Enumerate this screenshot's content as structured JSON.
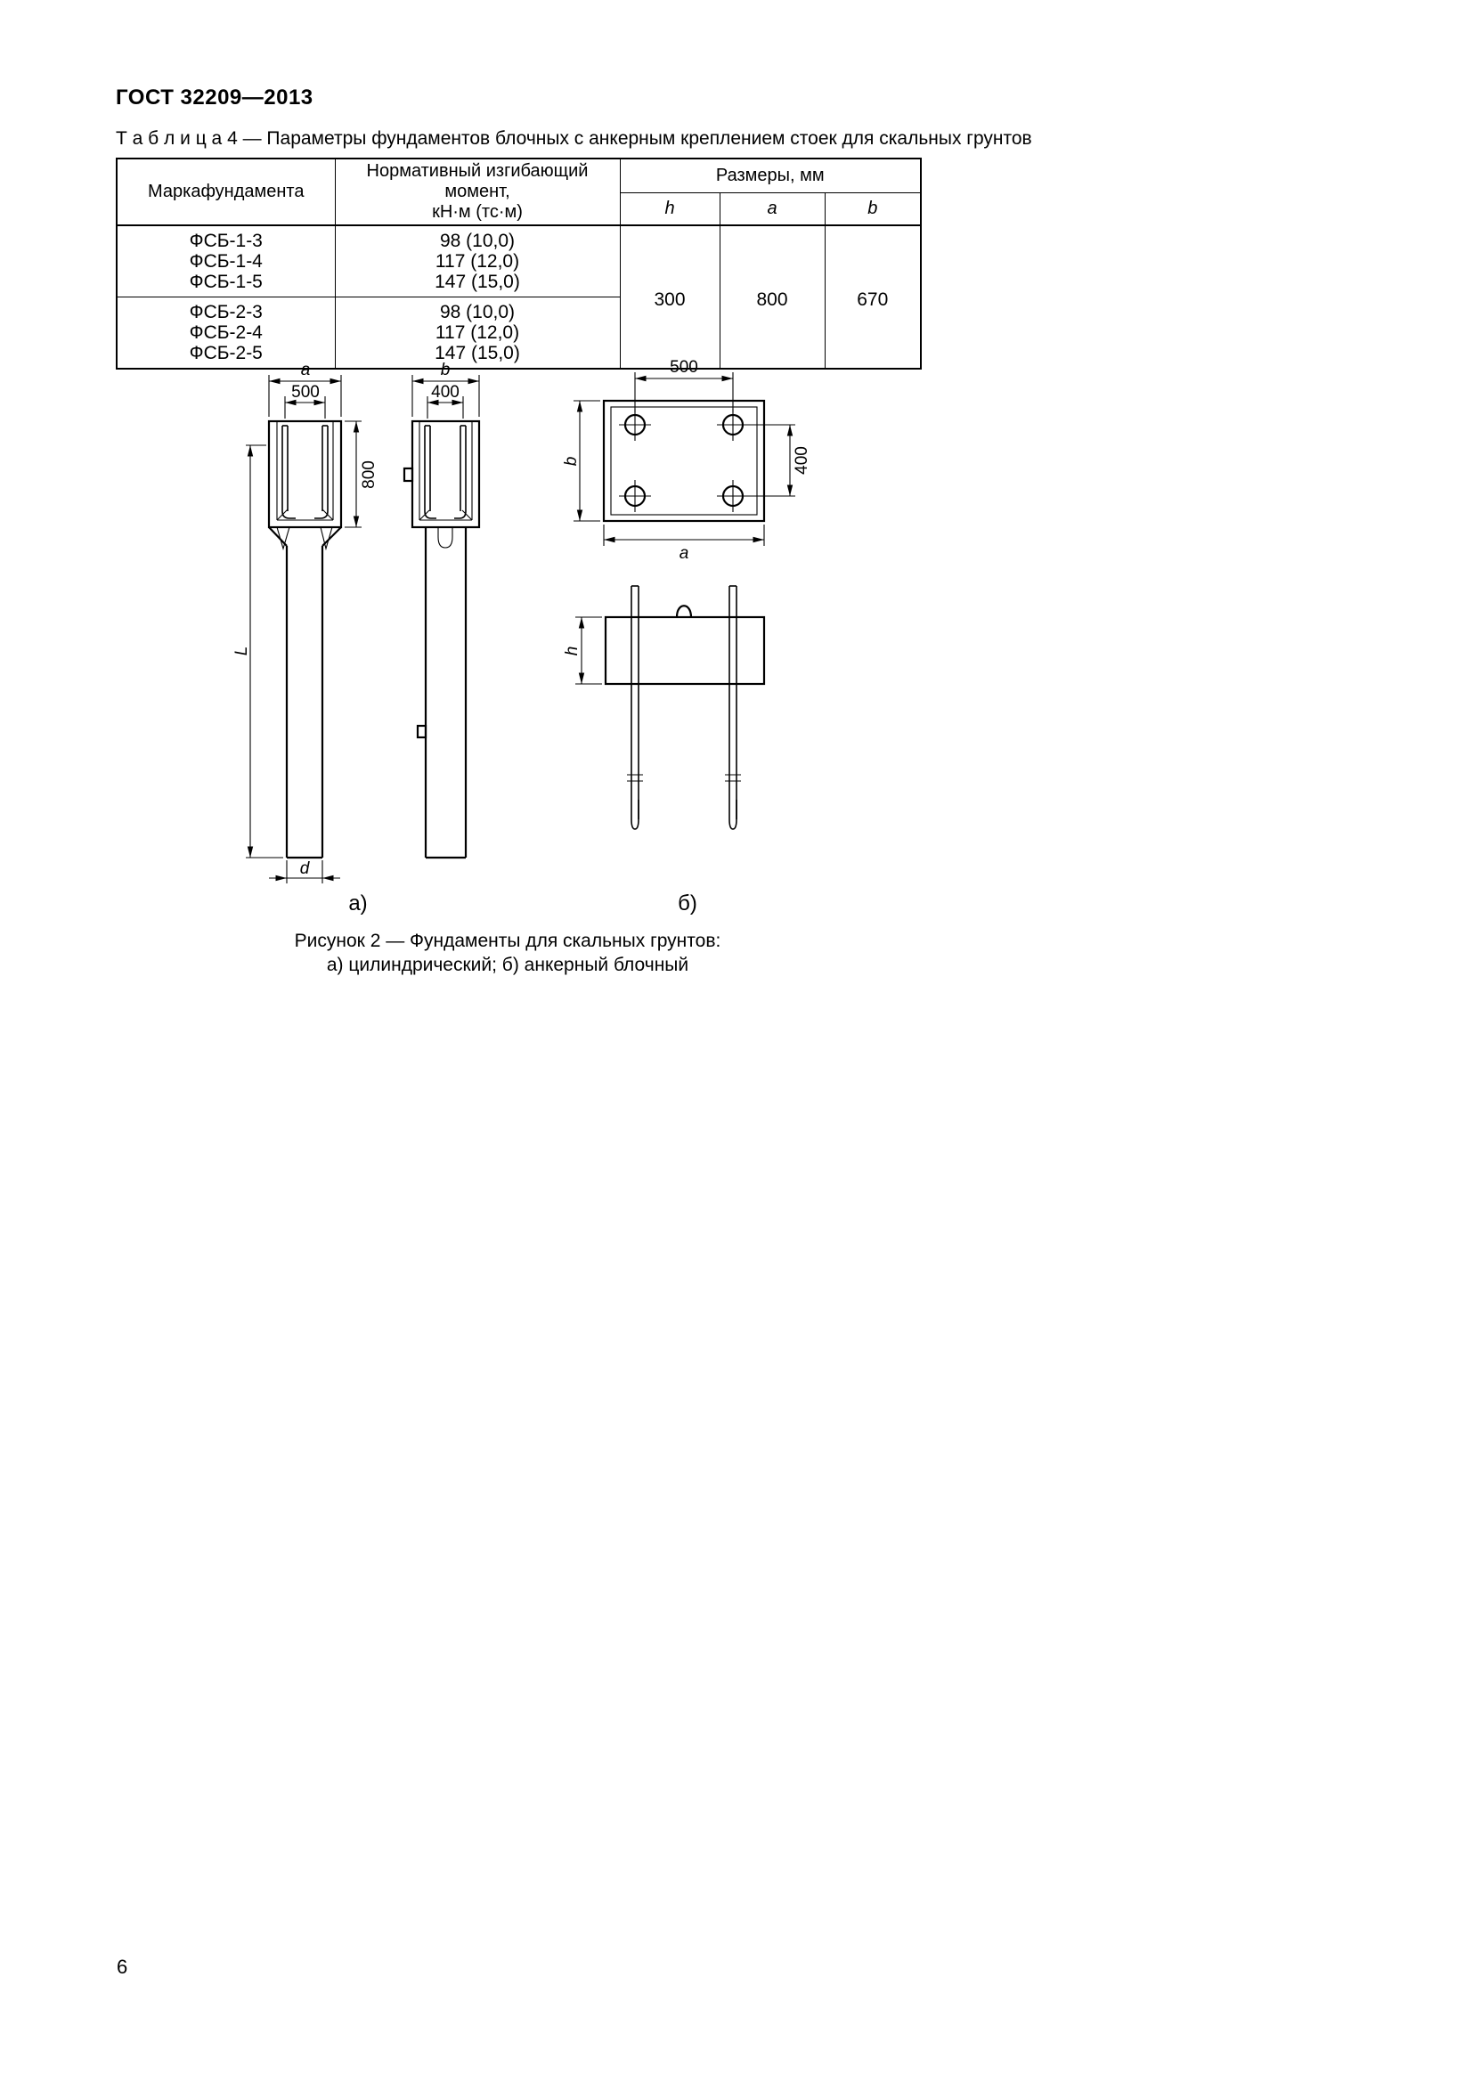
{
  "page": {
    "header": "ГОСТ 32209—2013",
    "page_number": "6"
  },
  "table": {
    "caption": "Т а б л и ц а  4 — Параметры фундаментов блочных с анкерным креплением стоек для скальных грунтов",
    "headers": {
      "mark": "Маркафундамента",
      "moment_line1": "Нормативный изгибающий момент,",
      "moment_line2": "кН·м (тс·м)",
      "dimensions": "Размеры, мм",
      "h": "h",
      "a": "a",
      "b": "b"
    },
    "groups": [
      {
        "rows": [
          {
            "mark": "ФСБ-1-3",
            "moment": "98 (10,0)"
          },
          {
            "mark": "ФСБ-1-4",
            "moment": "117 (12,0)"
          },
          {
            "mark": "ФСБ-1-5",
            "moment": "147 (15,0)"
          }
        ]
      },
      {
        "rows": [
          {
            "mark": "ФСБ-2-3",
            "moment": "98 (10,0)"
          },
          {
            "mark": "ФСБ-2-4",
            "moment": "117 (12,0)"
          },
          {
            "mark": "ФСБ-2-5",
            "moment": "147 (15,0)"
          }
        ]
      }
    ],
    "values": {
      "h": "300",
      "a": "800",
      "b": "670"
    }
  },
  "figure": {
    "label_a": "а)",
    "label_b": "б)",
    "caption_line1": "Рисунок 2 — Фундаменты для скальных грунтов:",
    "caption_line2": "а) цилиндрический; б) анкерный блочный",
    "view_a_front": {
      "dim_a": "a",
      "dim_500": "500",
      "dim_800": "800",
      "dim_L": "L",
      "dim_d": "d"
    },
    "view_a_side": {
      "dim_b": "b",
      "dim_400": "400"
    },
    "view_b_plan": {
      "dim_500": "500",
      "dim_b": "b",
      "dim_400": "400",
      "dim_a": "a"
    },
    "view_b_elev": {
      "dim_h": "h"
    }
  }
}
